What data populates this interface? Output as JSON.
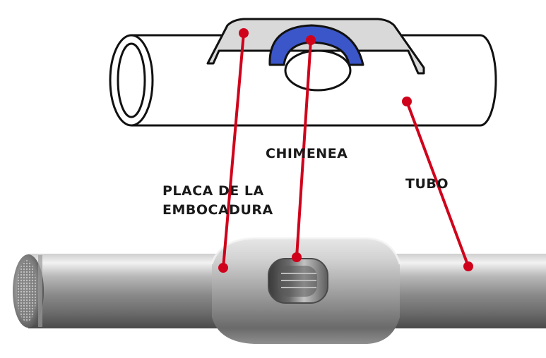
{
  "labels": {
    "chimenea": "CHIMENEA",
    "placa_line1": "PLACA DE LA",
    "placa_line2": "EMBOCADURA",
    "tubo": "TUBO"
  },
  "colors": {
    "callout": "#d0021b",
    "chimney_blue": "#3b56c9",
    "plate_gray": "#d9d9d9",
    "outline": "#111111",
    "metal_dark": "#6d6d6d",
    "metal_light": "#e8e8e8"
  },
  "icons": {
    "top_diagram": "tube-cross-section-diagram",
    "bottom_photo": "flute-headjoint-photo"
  }
}
